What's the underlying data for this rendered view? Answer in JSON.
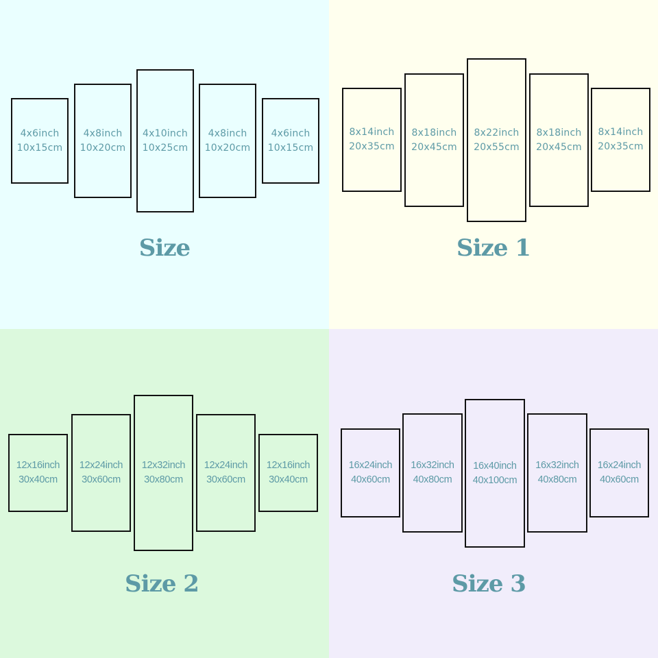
{
  "colors": {
    "quadrant_backgrounds": [
      "#eaffff",
      "#ffffee",
      "#dcf9dd",
      "#f1edfb"
    ],
    "text": "#5d9aa6",
    "frame_border": "#111111"
  },
  "quadrants": [
    {
      "label": "Size",
      "panels": [
        {
          "inch": "4x6inch",
          "cm": "10x15cm"
        },
        {
          "inch": "4x8inch",
          "cm": "10x20cm"
        },
        {
          "inch": "4x10inch",
          "cm": "10x25cm"
        },
        {
          "inch": "4x8inch",
          "cm": "10x20cm"
        },
        {
          "inch": "4x6inch",
          "cm": "10x15cm"
        }
      ]
    },
    {
      "label": "Size 1",
      "panels": [
        {
          "inch": "8x14inch",
          "cm": "20x35cm"
        },
        {
          "inch": "8x18inch",
          "cm": "20x45cm"
        },
        {
          "inch": "8x22inch",
          "cm": "20x55cm"
        },
        {
          "inch": "8x18inch",
          "cm": "20x45cm"
        },
        {
          "inch": "8x14inch",
          "cm": "20x35cm"
        }
      ]
    },
    {
      "label": "Size 2",
      "panels": [
        {
          "inch": "12x16inch",
          "cm": "30x40cm"
        },
        {
          "inch": "12x24inch",
          "cm": "30x60cm"
        },
        {
          "inch": "12x32inch",
          "cm": "30x80cm"
        },
        {
          "inch": "12x24inch",
          "cm": "30x60cm"
        },
        {
          "inch": "12x16inch",
          "cm": "30x40cm"
        }
      ]
    },
    {
      "label": "Size 3",
      "panels": [
        {
          "inch": "16x24inch",
          "cm": "40x60cm"
        },
        {
          "inch": "16x32inch",
          "cm": "40x80cm"
        },
        {
          "inch": "16x40inch",
          "cm": "40x100cm"
        },
        {
          "inch": "16x32inch",
          "cm": "40x80cm"
        },
        {
          "inch": "16x24inch",
          "cm": "40x60cm"
        }
      ]
    }
  ]
}
